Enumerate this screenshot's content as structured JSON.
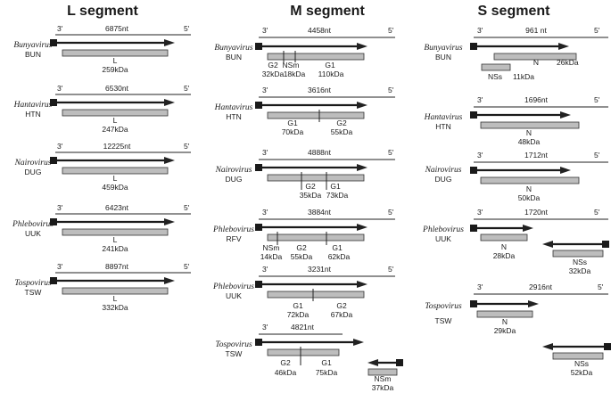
{
  "segments": [
    {
      "id": "L",
      "title": "L segment",
      "genera": [
        {
          "genus": "Bunyavirus",
          "virus": "BUN",
          "length": "6875nt",
          "end3": "3'",
          "end5": "5'",
          "products": [
            {
              "name": "L",
              "size": "259kDa"
            }
          ]
        },
        {
          "genus": "Hantavirus",
          "virus": "HTN",
          "length": "6530nt",
          "end3": "3'",
          "end5": "5'",
          "products": [
            {
              "name": "L",
              "size": "247kDa"
            }
          ]
        },
        {
          "genus": "Nairovirus",
          "virus": "DUG",
          "length": "12225nt",
          "end3": "3'",
          "end5": "5'",
          "products": [
            {
              "name": "L",
              "size": "459kDa"
            }
          ]
        },
        {
          "genus": "Phlebovirus",
          "virus": "UUK",
          "length": "6423nt",
          "end3": "3'",
          "end5": "5'",
          "products": [
            {
              "name": "L",
              "size": "241kDa"
            }
          ]
        },
        {
          "genus": "Tospovirus",
          "virus": "TSW",
          "length": "8897nt",
          "end3": "3'",
          "end5": "5'",
          "products": [
            {
              "name": "L",
              "size": "332kDa"
            }
          ]
        }
      ]
    },
    {
      "id": "M",
      "title": "M segment",
      "genera": [
        {
          "genus": "Bunyavirus",
          "virus": "BUN",
          "length": "4458nt",
          "end3": "3'",
          "end5": "5'",
          "products": [
            {
              "name": "G2",
              "size": "32kDa"
            },
            {
              "name": "NSm",
              "size": "18kDa"
            },
            {
              "name": "G1",
              "size": "110kDa"
            }
          ]
        },
        {
          "genus": "Hantavirus",
          "virus": "HTN",
          "length": "3616nt",
          "end3": "3'",
          "end5": "5'",
          "products": [
            {
              "name": "G1",
              "size": "70kDa"
            },
            {
              "name": "G2",
              "size": "55kDa"
            }
          ]
        },
        {
          "genus": "Nairovirus",
          "virus": "DUG",
          "length": "4888nt",
          "end3": "3'",
          "end5": "5'",
          "products": [
            {
              "name": "G2",
              "size": "35kDa"
            },
            {
              "name": "G1",
              "size": "73kDa"
            }
          ]
        },
        {
          "genus": "Phlebovirus",
          "virus": "RFV",
          "length": "3884nt",
          "end3": "3'",
          "end5": "5'",
          "products": [
            {
              "name": "NSm",
              "size": "14kDa"
            },
            {
              "name": "G2",
              "size": "55kDa"
            },
            {
              "name": "G1",
              "size": "62kDa"
            }
          ]
        },
        {
          "genus": "Phlebovirus",
          "virus": "UUK",
          "length": "3231nt",
          "end3": "3'",
          "end5": "5'",
          "products": [
            {
              "name": "G1",
              "size": "72kDa"
            },
            {
              "name": "G2",
              "size": "67kDa"
            }
          ]
        },
        {
          "genus": "Tospovirus",
          "virus": "TSW",
          "length": "4821nt",
          "end3": "3'",
          "end5": "",
          "products": [
            {
              "name": "G2",
              "size": "46kDa"
            },
            {
              "name": "G1",
              "size": "75kDa"
            },
            {
              "name": "NSm",
              "size": "37kDa"
            }
          ]
        }
      ]
    },
    {
      "id": "S",
      "title": "S segment",
      "genera": [
        {
          "genus": "Bunyavirus",
          "virus": "BUN",
          "length": "961 nt",
          "end3": "3'",
          "end5": "5'",
          "products": [
            {
              "name": "N",
              "size": "26kDa"
            },
            {
              "name": "NSs",
              "size": "11kDa"
            }
          ]
        },
        {
          "genus": "Hantavirus",
          "virus": "HTN",
          "length": "1696nt",
          "end3": "3'",
          "end5": "5'",
          "products": [
            {
              "name": "N",
              "size": "48kDa"
            }
          ]
        },
        {
          "genus": "Nairovirus",
          "virus": "DUG",
          "length": "1712nt",
          "end3": "3'",
          "end5": "5'",
          "products": [
            {
              "name": "N",
              "size": "50kDa"
            }
          ]
        },
        {
          "genus": "Phlebovirus",
          "virus": "UUK",
          "length": "1720nt",
          "end3": "3'",
          "end5": "5'",
          "products": [
            {
              "name": "N",
              "size": "28kDa"
            },
            {
              "name": "NSs",
              "size": "32kDa"
            }
          ]
        },
        {
          "genus": "Tospovirus",
          "virus": "TSW",
          "length": "2916nt",
          "end3": "3'",
          "end5": "5'",
          "products": [
            {
              "name": "N",
              "size": "29kDa"
            },
            {
              "name": "NSs",
              "size": "52kDa"
            }
          ]
        }
      ]
    }
  ]
}
